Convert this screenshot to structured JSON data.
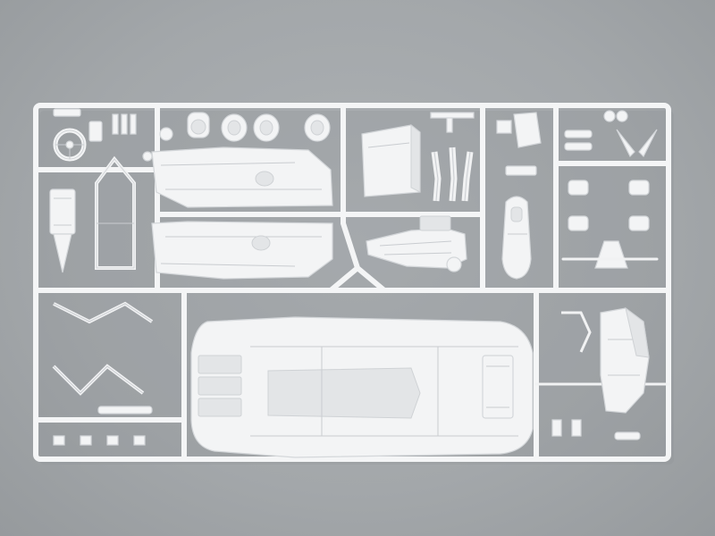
{
  "scene": {
    "subject": "model-kit-sprue",
    "background_color": "#a7abae",
    "plastic_color": "#f3f4f5"
  },
  "parts": [
    {
      "name": "steering-wheel"
    },
    {
      "name": "wheel-hubs"
    },
    {
      "name": "door-panels"
    },
    {
      "name": "roll-cage-bars"
    },
    {
      "name": "engine"
    },
    {
      "name": "exhaust-headers"
    },
    {
      "name": "radiator-box"
    },
    {
      "name": "racing-seat"
    },
    {
      "name": "suspension-springs"
    },
    {
      "name": "brake-calipers"
    },
    {
      "name": "chassis-floorpan"
    },
    {
      "name": "front-body-section"
    }
  ]
}
